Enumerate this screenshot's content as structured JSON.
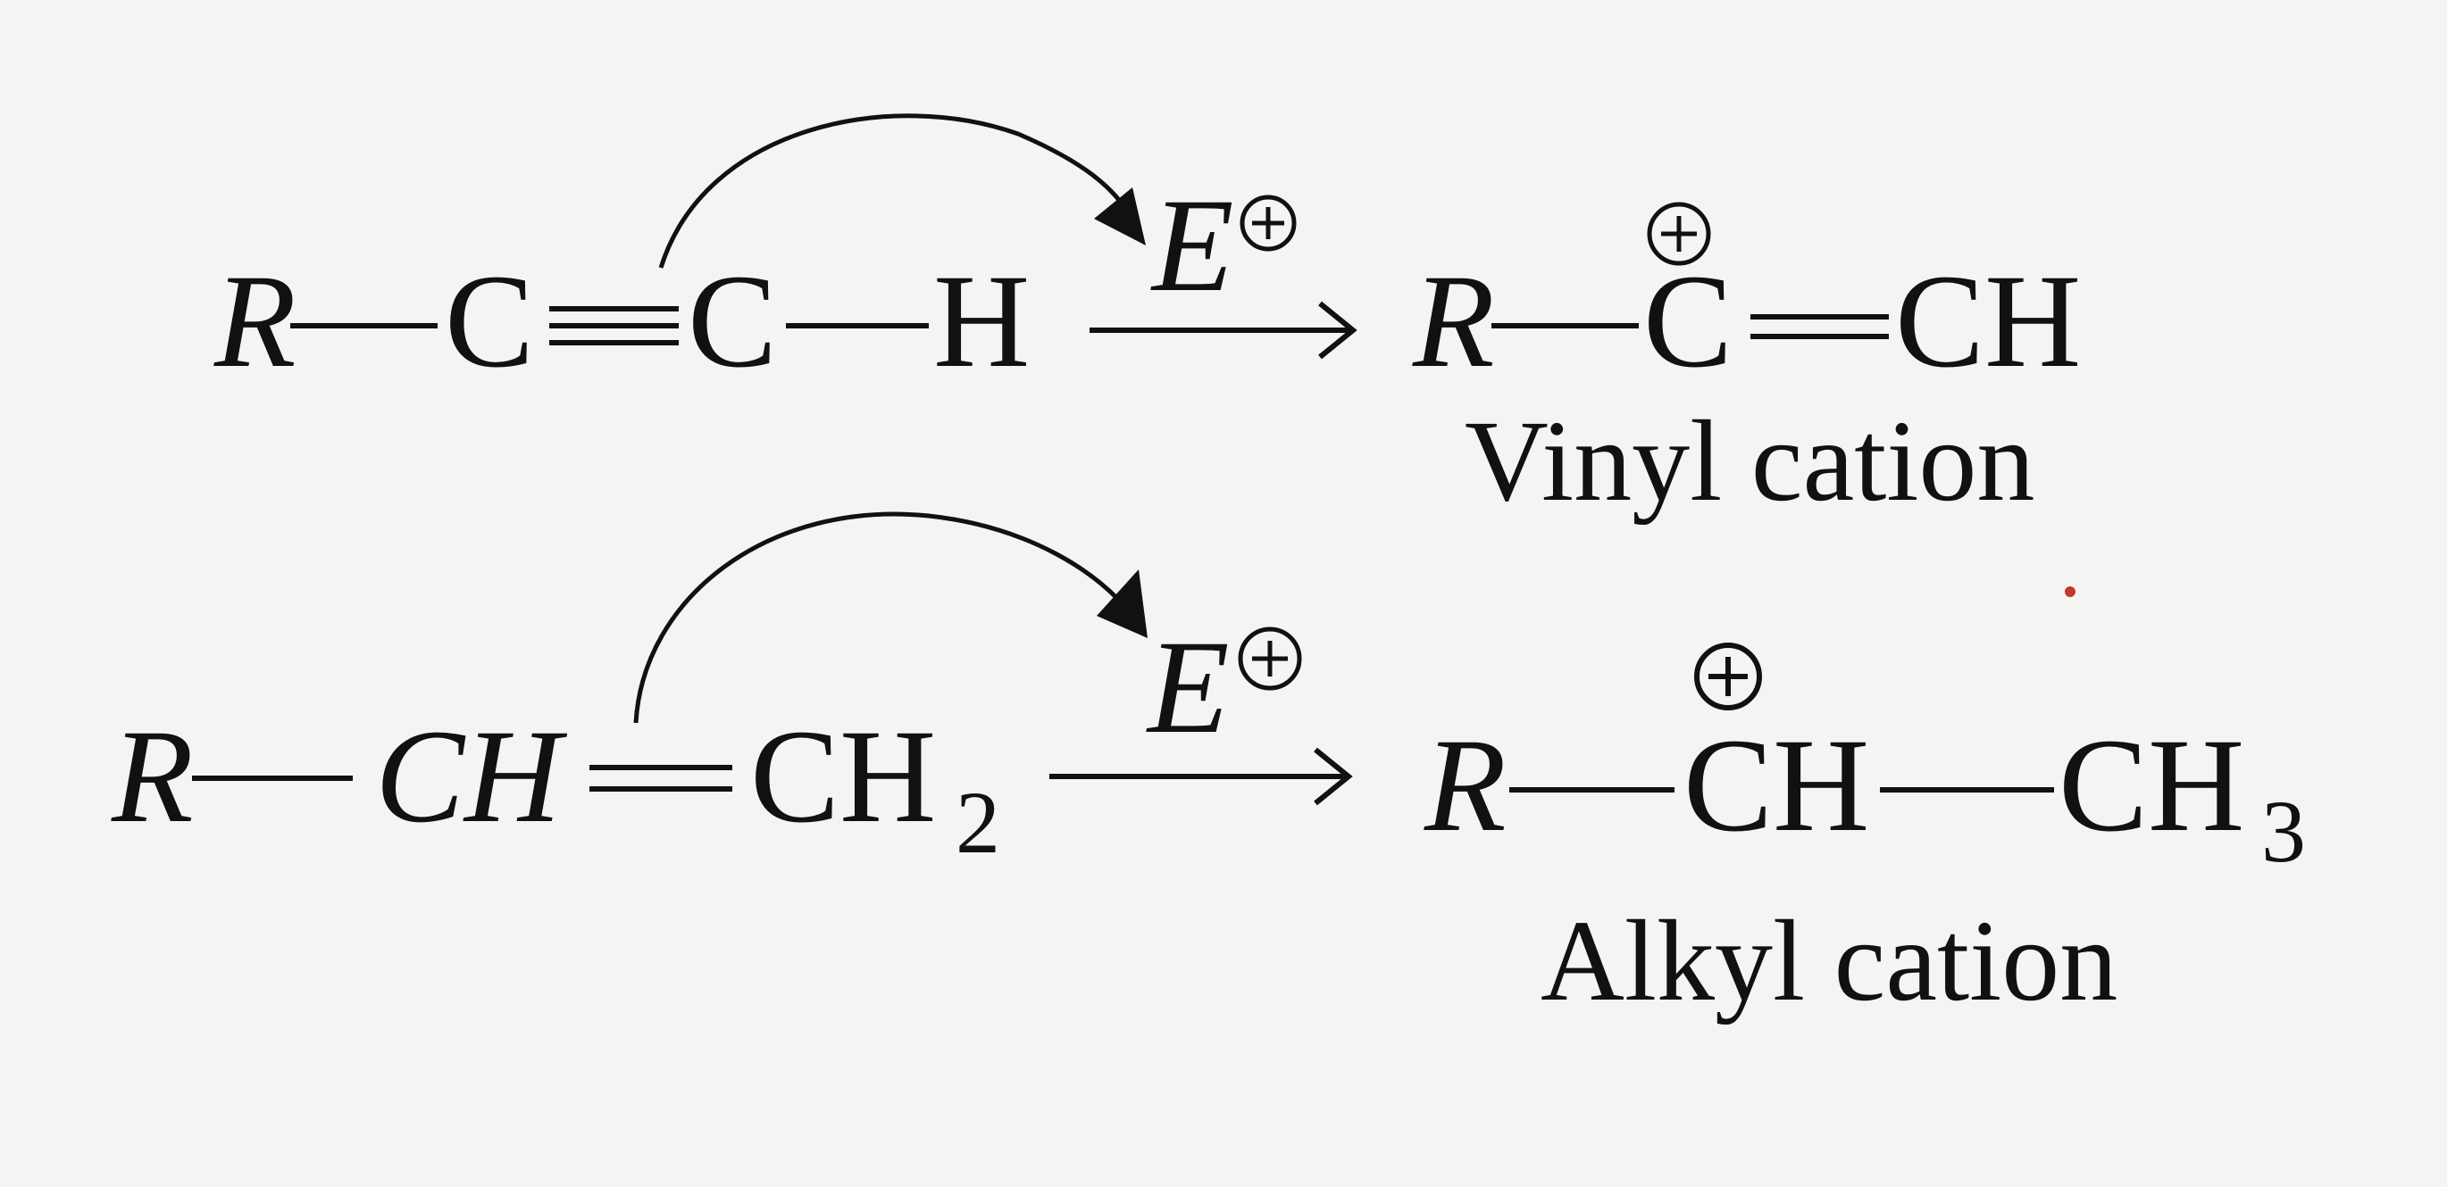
{
  "reactions": [
    {
      "reactant": {
        "r": "R",
        "c1": "C",
        "c2": "C",
        "h": "H"
      },
      "electrophile": {
        "symbol": "E",
        "charge": "+"
      },
      "product": {
        "r": "R",
        "c1": "C",
        "c1_charge": "+",
        "ch": "CH"
      },
      "product_name": "Vinyl cation"
    },
    {
      "reactant": {
        "r": "R",
        "ch": "CH",
        "ch2": "CH",
        "ch2_sub": "2"
      },
      "electrophile": {
        "symbol": "E",
        "charge": "+"
      },
      "product": {
        "r": "R",
        "ch1": "CH",
        "ch1_charge": "+",
        "ch3": "CH",
        "ch3_sub": "3"
      },
      "product_name": "Alkyl cation"
    }
  ]
}
